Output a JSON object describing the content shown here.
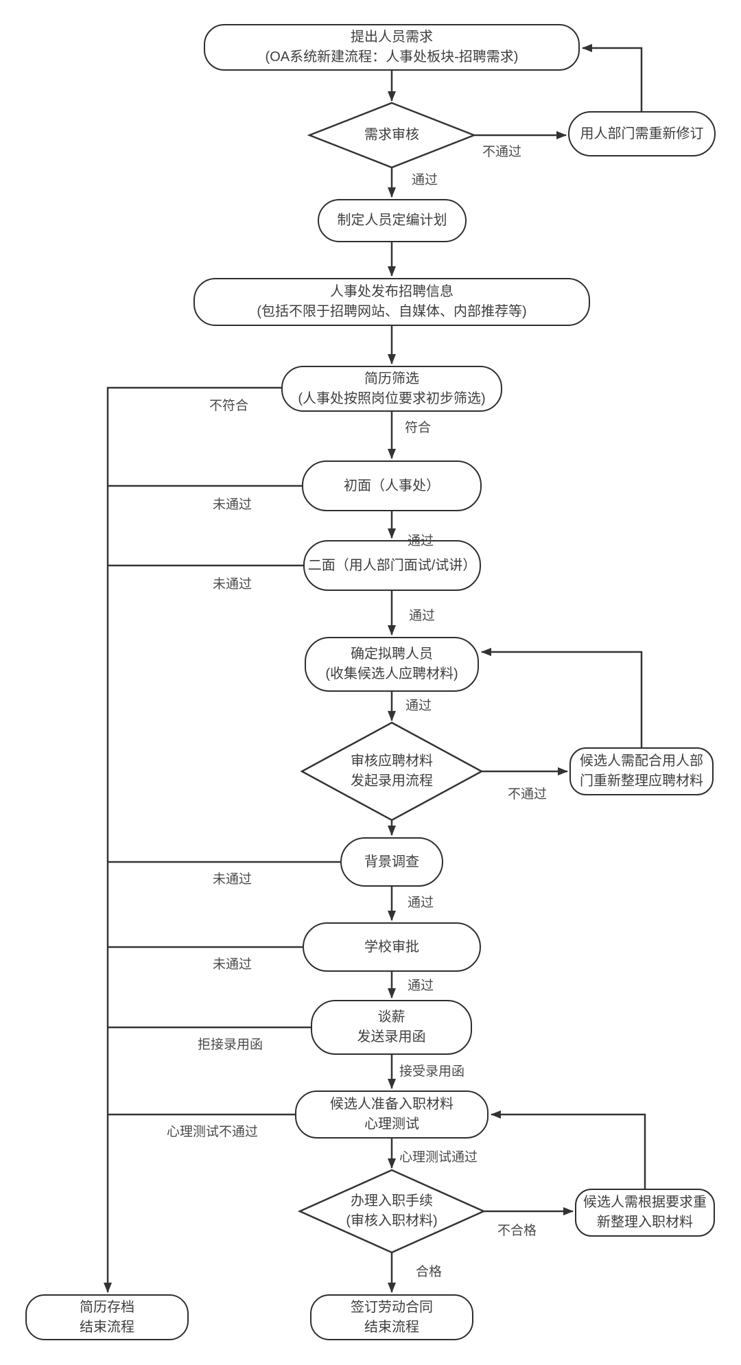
{
  "nodes": {
    "propose": {
      "label": "提出人员需求\n(OA系统新建流程：人事处板块-招聘需求)"
    },
    "demand_review": {
      "label": "需求审核"
    },
    "revise": {
      "label": "用人部门需重新修订"
    },
    "plan": {
      "label": "制定人员定编计划"
    },
    "publish": {
      "label": "人事处发布招聘信息\n(包括不限于招聘网站、自媒体、内部推荐等)"
    },
    "screen": {
      "label": "简历筛选\n(人事处按照岗位要求初步筛选)"
    },
    "first_interview": {
      "label": "初面（人事处）"
    },
    "second_interview": {
      "label": "二面（用人部门面试/试讲）"
    },
    "confirm": {
      "label": "确定拟聘人员\n(收集候选人应聘材料)"
    },
    "material_review": {
      "label": "审核应聘材料\n发起录用流程"
    },
    "redo_apply_materials": {
      "label": "候选人需配合用人部\n门重新整理应聘材料"
    },
    "background": {
      "label": "背景调查"
    },
    "school": {
      "label": "学校审批"
    },
    "salary": {
      "label": "谈薪\n发送录用函"
    },
    "prepare": {
      "label": "候选人准备入职材料\n心理测试"
    },
    "onboard_review": {
      "label": "办理入职手续\n(审核入职材料)"
    },
    "redo_onboard_materials": {
      "label": "候选人需根据要求重\n新整理入职材料"
    },
    "archive": {
      "label": "简历存档\n结束流程"
    },
    "sign": {
      "label": "签订劳动合同\n结束流程"
    }
  },
  "edge_labels": {
    "demand_fail": "不通过",
    "demand_pass": "通过",
    "screen_fail": "不符合",
    "screen_pass": "符合",
    "first_fail": "未通过",
    "first_pass": "通过",
    "second_fail": "未通过",
    "second_pass": "通过",
    "confirm_pass": "通过",
    "material_fail": "不通过",
    "background_fail": "未通过",
    "background_pass": "通过",
    "school_fail": "未通过",
    "school_pass": "通过",
    "offer_reject": "拒接录用函",
    "offer_accept": "接受录用函",
    "psych_fail": "心理测试不通过",
    "psych_pass": "心理测试通过",
    "onboard_fail": "不合格",
    "onboard_pass": "合格"
  },
  "colors": {
    "line": "#333333",
    "node_border": "#2e2e2e",
    "node_fill": "#ffffff",
    "node_text": "#3e3e3e",
    "label_text": "#4a4a4a",
    "background": "#ffffff"
  }
}
